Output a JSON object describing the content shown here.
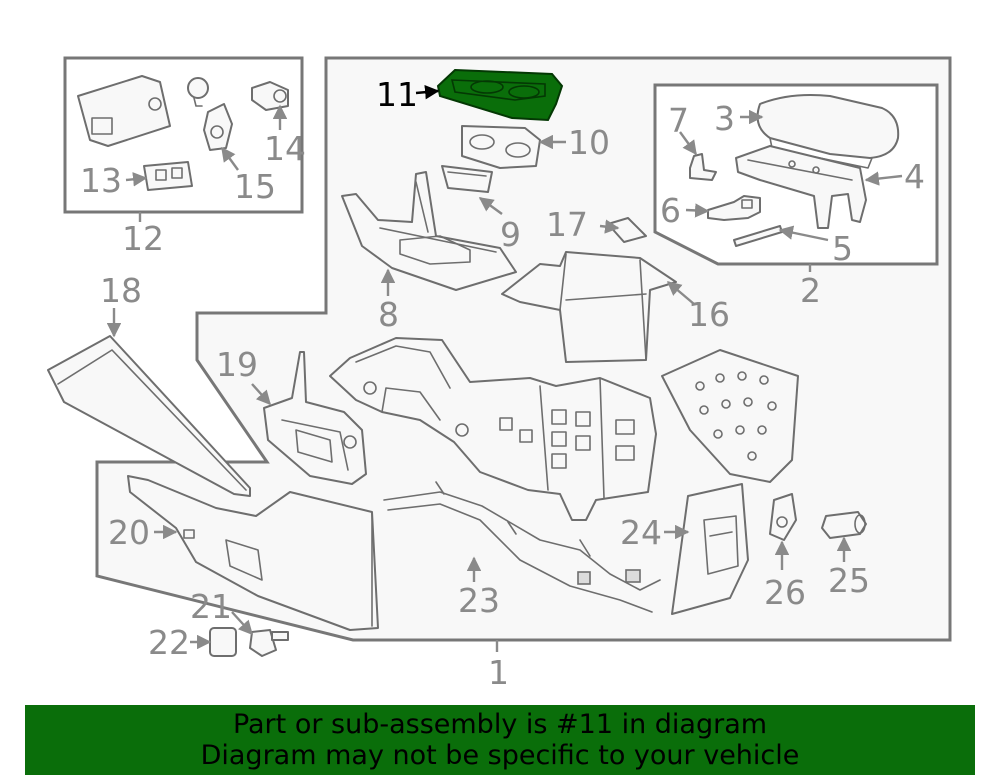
{
  "colors": {
    "highlight": "#0a6e0a",
    "banner": "#0a6e0a",
    "label": "#8a8a8a",
    "label_highlight": "#000000",
    "outline": "#6e6e6e"
  },
  "callouts": {
    "c1": "1",
    "c2": "2",
    "c3": "3",
    "c4": "4",
    "c5": "5",
    "c6": "6",
    "c7": "7",
    "c8": "8",
    "c9": "9",
    "c10": "10",
    "c11": "11",
    "c12": "12",
    "c13": "13",
    "c14": "14",
    "c15": "15",
    "c16": "16",
    "c17": "17",
    "c18": "18",
    "c19": "19",
    "c20": "20",
    "c21": "21",
    "c22": "22",
    "c23": "23",
    "c24": "24",
    "c25": "25",
    "c26": "26"
  },
  "highlighted_part": "11",
  "banner": {
    "line1": "Part or sub-assembly is #11 in diagram",
    "line2": "Diagram may not be specific to your vehicle"
  }
}
